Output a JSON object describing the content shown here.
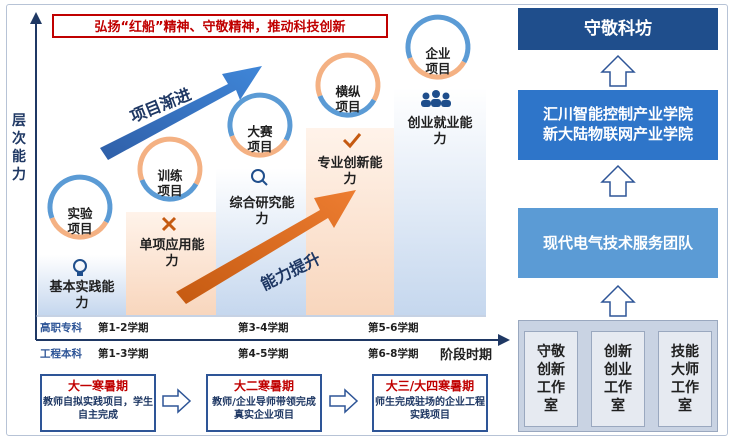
{
  "title": "弘扬“红船”精神、守敬精神，推动科技创新",
  "y_axis_label": "层次能力",
  "x_axis_label": "阶段时期",
  "arrow_top_label": "项目渐进",
  "arrow_bottom_label": "能力提升",
  "steps": [
    {
      "project": "实验项目",
      "ability": "基本实践能力",
      "icon": "lightbulb-icon"
    },
    {
      "project": "训练项目",
      "ability": "单项应用能力",
      "icon": "tools-icon"
    },
    {
      "project": "大赛项目",
      "ability": "综合研究能力",
      "icon": "magnifier-icon"
    },
    {
      "project": "横纵项目",
      "ability": "专业创新能力",
      "icon": "checkmark-icon"
    },
    {
      "project": "企业项目",
      "ability": "创业就业能力",
      "icon": "team-icon"
    }
  ],
  "rows": [
    {
      "label": "高职专科",
      "terms": [
        "第1-2学期",
        "第3-4学期",
        "第5-6学期"
      ]
    },
    {
      "label": "工程本科",
      "terms": [
        "第1-3学期",
        "第4-5学期",
        "第6-8学期"
      ]
    }
  ],
  "bottom_boxes": [
    {
      "head": "大一寒暑期",
      "body": "教师自拟实践项目，学生自主完成"
    },
    {
      "head": "大二寒暑期",
      "body": "教师/企业导师带领完成真实企业项目"
    },
    {
      "head": "大三/大四寒暑期",
      "body": "师生完成驻场的企业工程实践项目"
    }
  ],
  "right_column": {
    "top": "守敬科坊",
    "middle": [
      "汇川智能控制产业学院",
      "新大陆物联网产业学院"
    ],
    "team": "现代电气技术服务团队",
    "studios": [
      "守敬创新工作室",
      "创新创业工作室",
      "技能大师工作室"
    ]
  },
  "colors": {
    "blue_dark": "#1f4e8c",
    "blue_light": "#5b9bd5",
    "orange": "#f4b183",
    "red": "#c00000",
    "navy": "#1f3864"
  }
}
